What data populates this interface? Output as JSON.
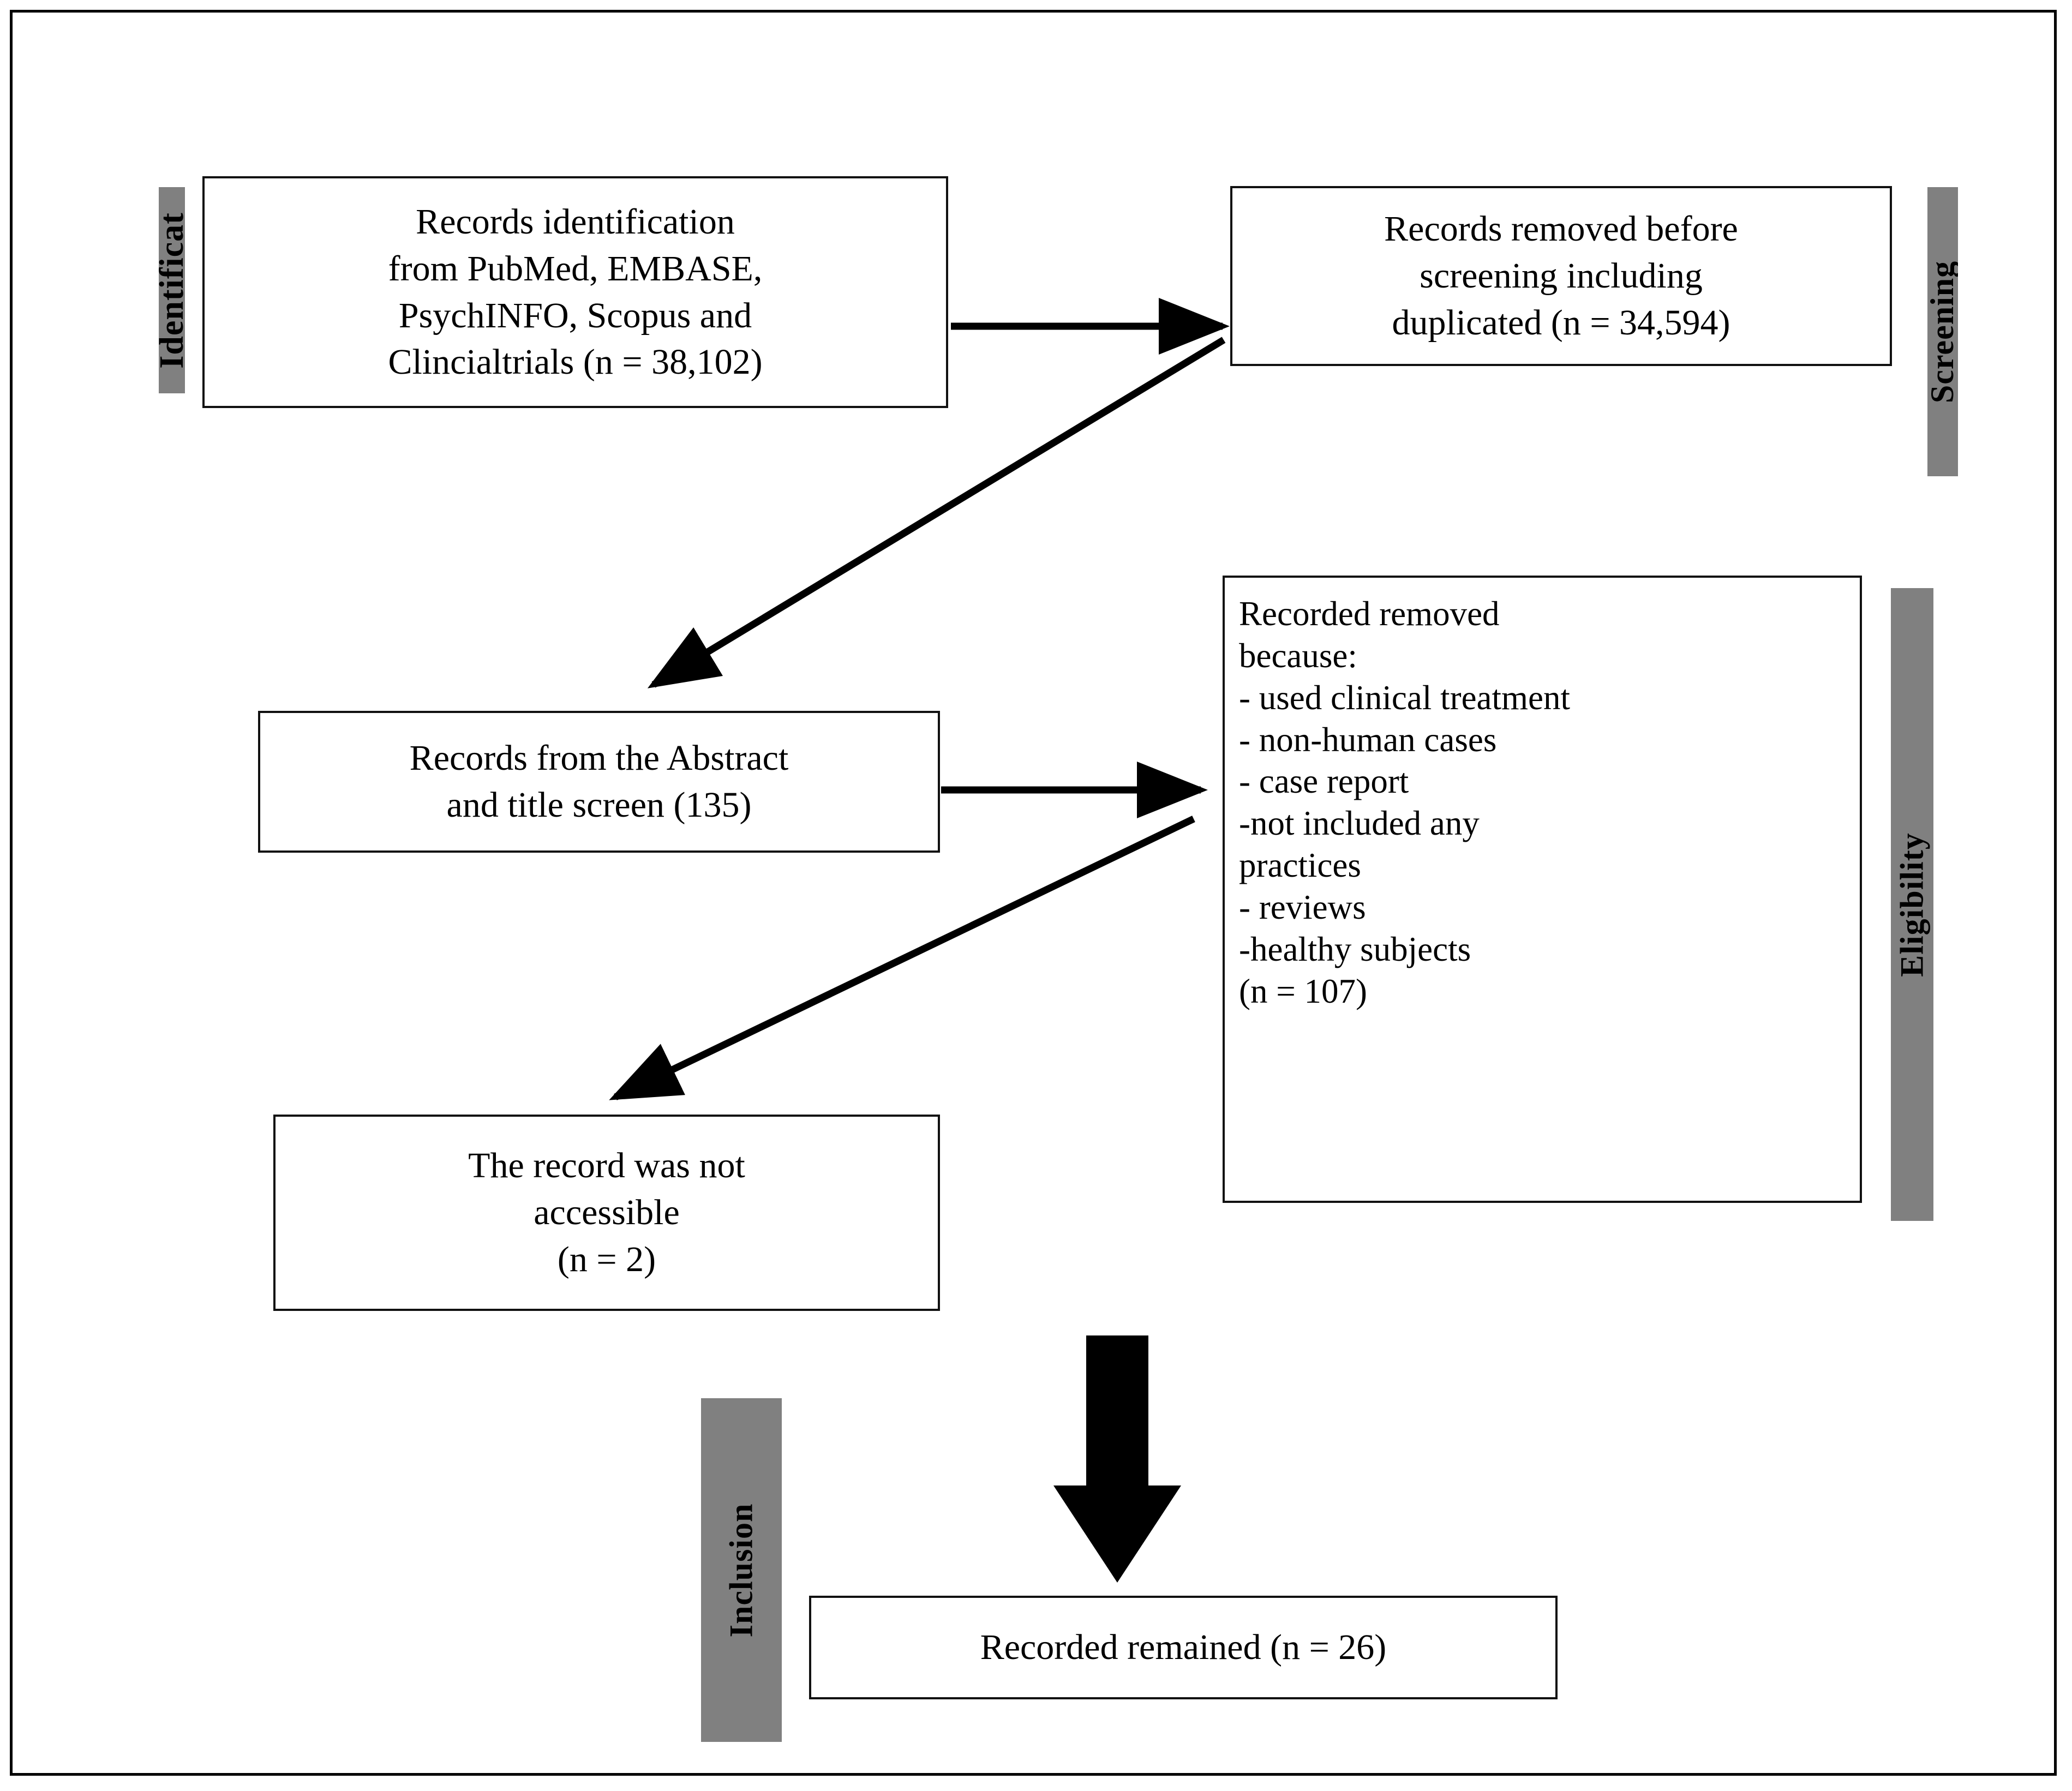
{
  "diagram": {
    "type": "prisma-flow-diagram",
    "stage_bars": [
      {
        "id": "identification",
        "label": "Identificat"
      },
      {
        "id": "screening",
        "label": "Screening"
      },
      {
        "id": "eligibility",
        "label": "Eligibility"
      },
      {
        "id": "inclusion",
        "label": "Inclusion"
      }
    ],
    "boxes": {
      "identification": {
        "text": "Records identification\nfrom PubMed, EMBASE,\nPsychINFO, Scopus and\nClincialtrials (n = 38,102)",
        "count": "38,102"
      },
      "removed_before_screening": {
        "text": "Records removed before\nscreening including\nduplicated (n = 34,594)",
        "count": "34,594"
      },
      "abstract_title_screen": {
        "text": "Records from the Abstract\nand title screen (135)",
        "count": "135"
      },
      "removed_because": {
        "text": "Recorded removed\nbecause:\n- used clinical treatment\n- non-human cases\n- case report\n-not included any\npractices\n- reviews\n-healthy subjects\n(n = 107)",
        "count": "107"
      },
      "not_accessible": {
        "text": "The record was not\naccessible\n(n = 2)",
        "count": "2"
      },
      "remained": {
        "text": "Recorded remained (n = 26)",
        "count": "26"
      }
    },
    "connectors": [
      {
        "id": "identification-to-removed-before",
        "kind": "arrow-right"
      },
      {
        "id": "identification-to-abstract-screen",
        "kind": "arrow-diagonal-down-left"
      },
      {
        "id": "abstract-screen-to-removed-because",
        "kind": "arrow-right"
      },
      {
        "id": "removed-because-to-not-accessible",
        "kind": "arrow-diagonal-down-left"
      },
      {
        "id": "to-remained",
        "kind": "block-arrow-down"
      }
    ],
    "colors": {
      "stage_bar": "#808080",
      "box_border": "#111111",
      "frame_border": "#000000",
      "background": "#ffffff",
      "text": "#000000",
      "arrow": "#000000"
    }
  }
}
